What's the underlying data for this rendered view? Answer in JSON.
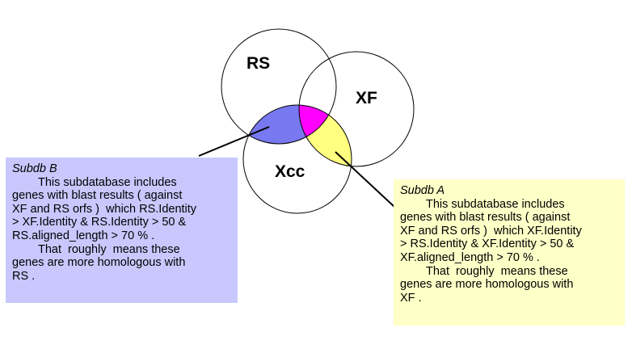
{
  "circles": {
    "rs": "RS",
    "xf": "XF",
    "xcc": "Xcc"
  },
  "colors": {
    "subdb_b_region": "#7878f0",
    "center_region": "#ff00ff",
    "subdb_a_region": "#ffff80",
    "subdb_b_box": "#c8c8ff",
    "subdb_a_box": "#ffffc8"
  },
  "subdb_b": {
    "title": "Subdb B",
    "lines": [
      "        This subdatabase includes",
      "genes with blast results ( against",
      "XF and RS orfs )  which RS.Identity",
      "> XF.Identity & RS.Identity > 50 &",
      "RS.aligned_length > 70 % .",
      "        That  roughly  means these",
      "genes are more homologous with",
      "RS ."
    ]
  },
  "subdb_a": {
    "title": "Subdb A",
    "lines": [
      "        This subdatabase includes",
      "genes with blast results ( against",
      "XF and RS orfs )  which XF.Identity",
      "> RS.Identity & XF.Identity > 50 &",
      "XF.aligned_length > 70 % .",
      "        That  roughly  means these",
      "genes are more homologous with",
      "XF ."
    ]
  }
}
